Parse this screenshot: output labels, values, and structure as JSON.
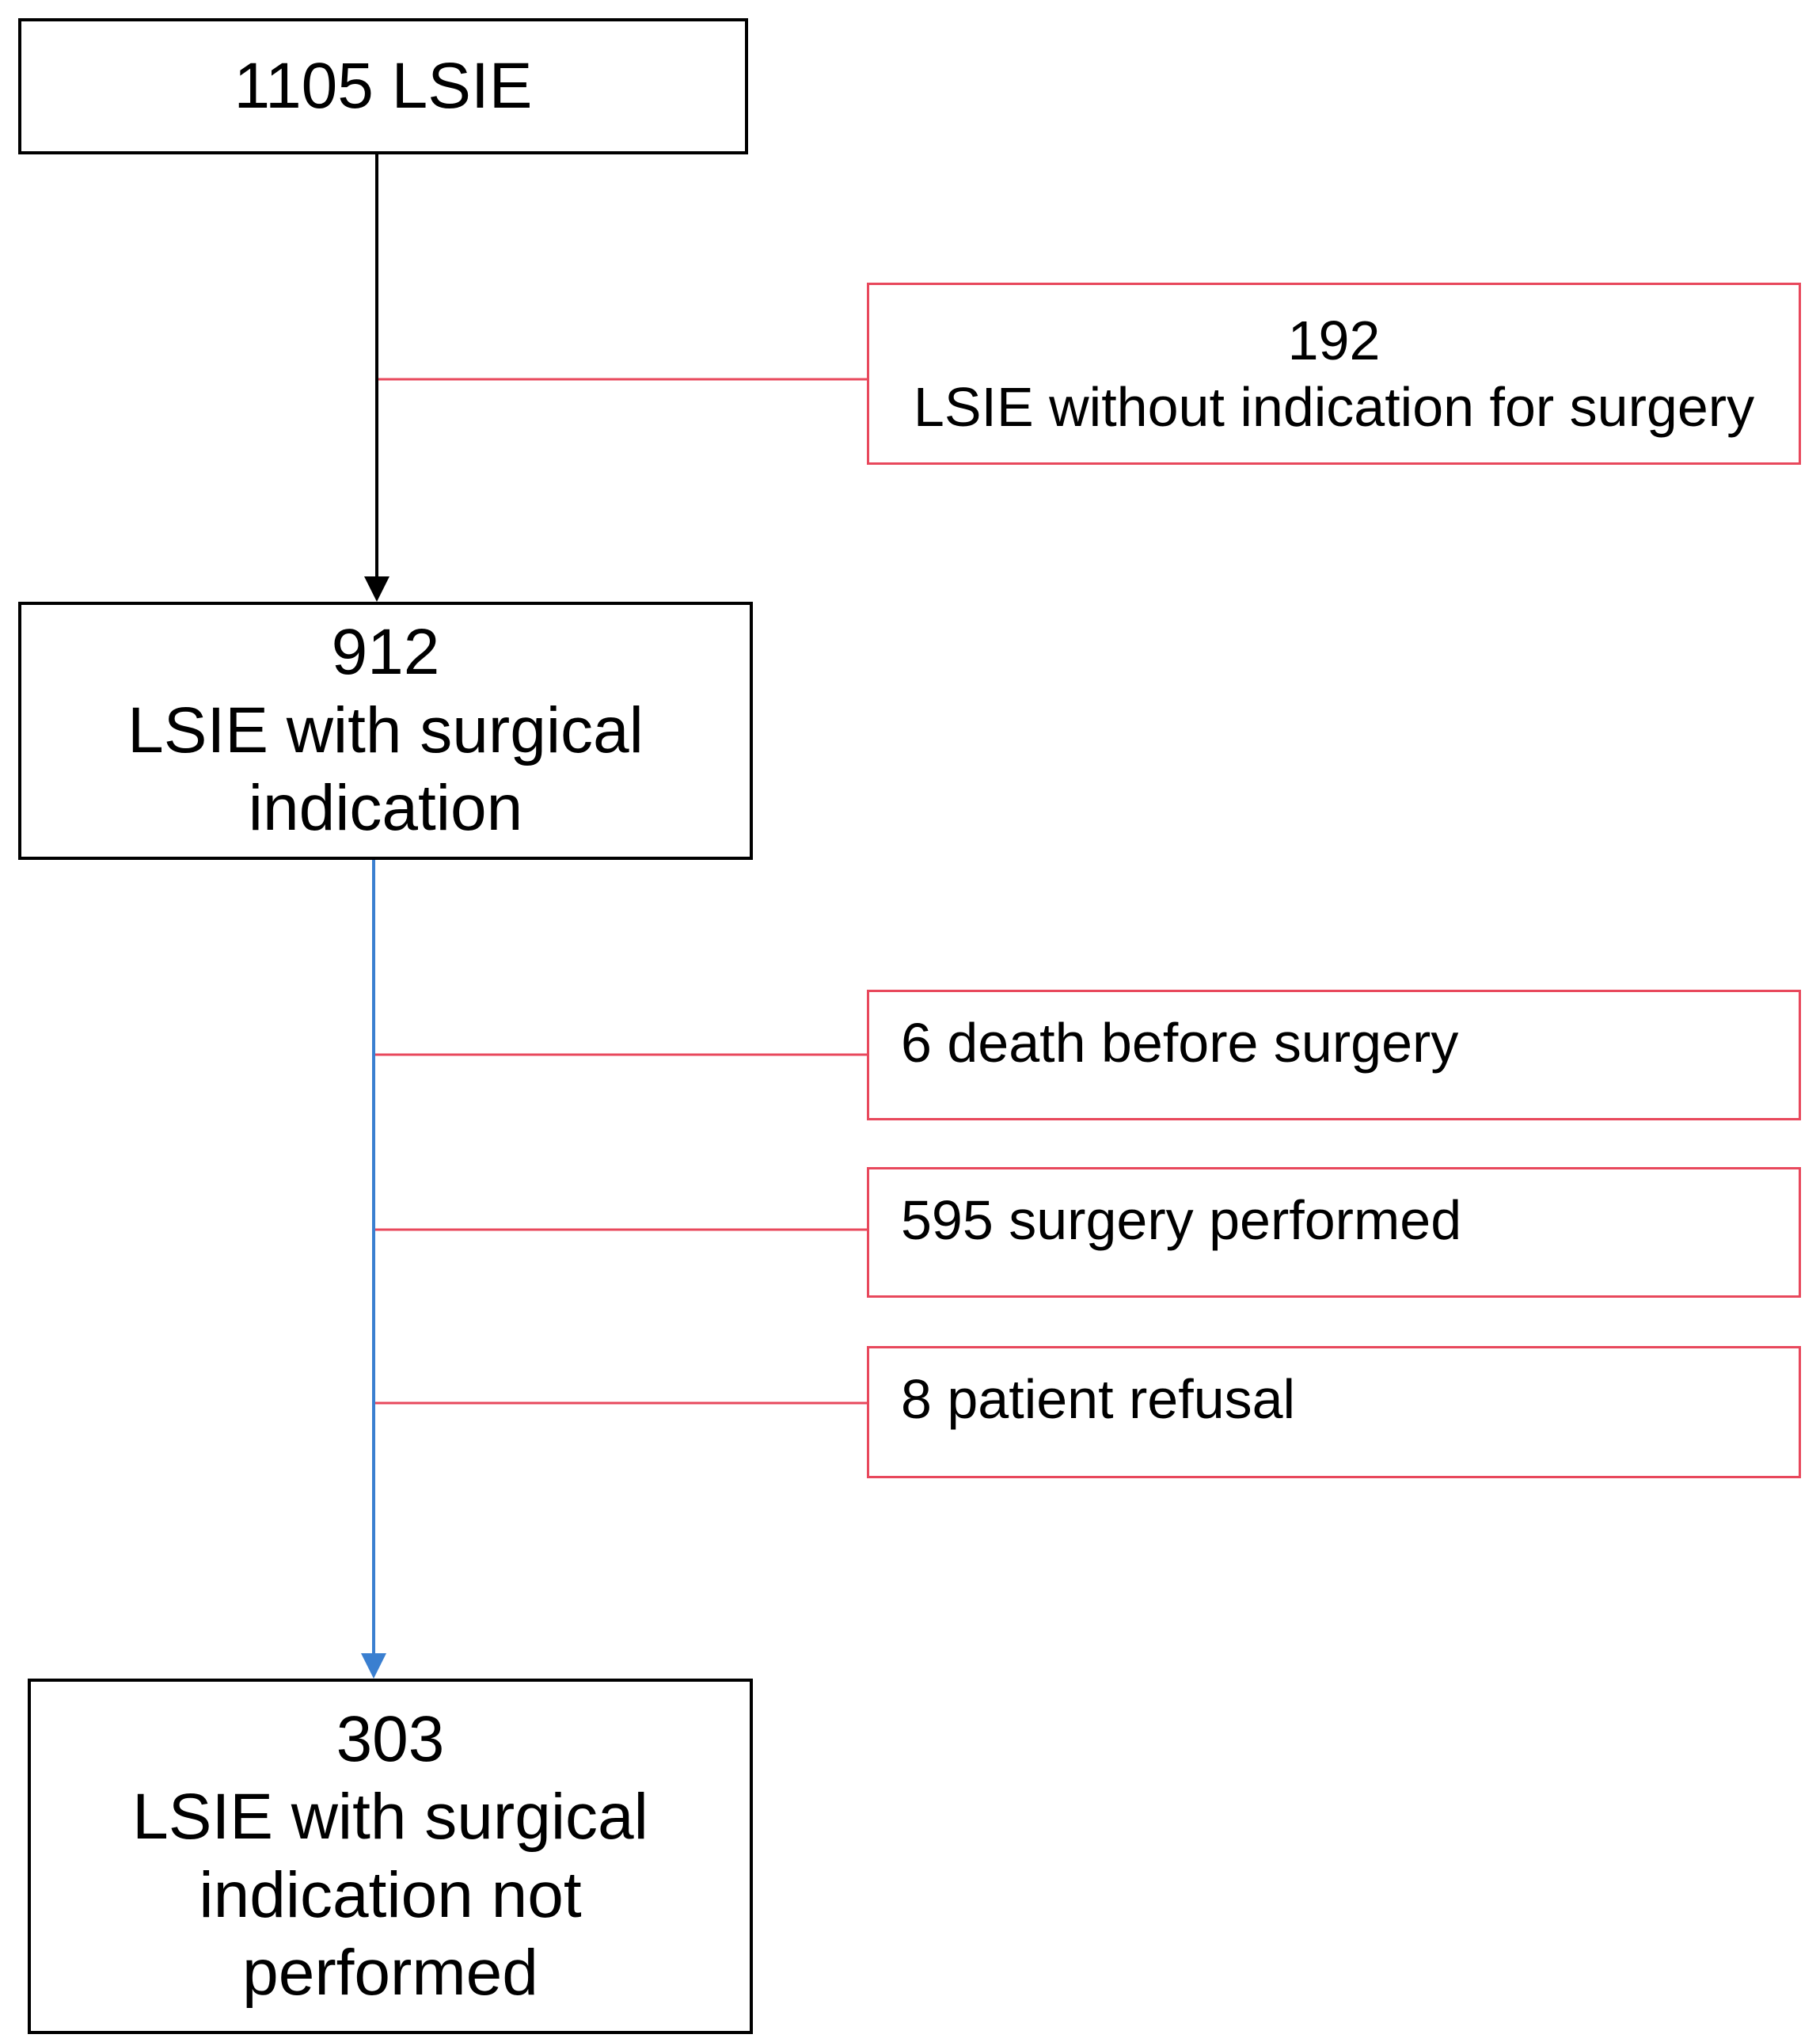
{
  "colors": {
    "main_flow": "#000000",
    "secondary_flow": "#3a7fd0",
    "exclusion": "#e8485c"
  },
  "nodes": {
    "total": {
      "label": "1105 LSIE"
    },
    "no_indication": {
      "count": "192",
      "label": "LSIE without indication for surgery"
    },
    "indication": {
      "count": "912",
      "label_line1": "LSIE with surgical",
      "label_line2": "indication"
    },
    "death": {
      "label": "6 death before surgery"
    },
    "surgery": {
      "label": "595 surgery performed"
    },
    "refusal": {
      "label": "8 patient refusal"
    },
    "not_performed": {
      "count": "303",
      "label_line1": "LSIE with surgical",
      "label_line2": "indication not",
      "label_line3": "performed"
    }
  }
}
